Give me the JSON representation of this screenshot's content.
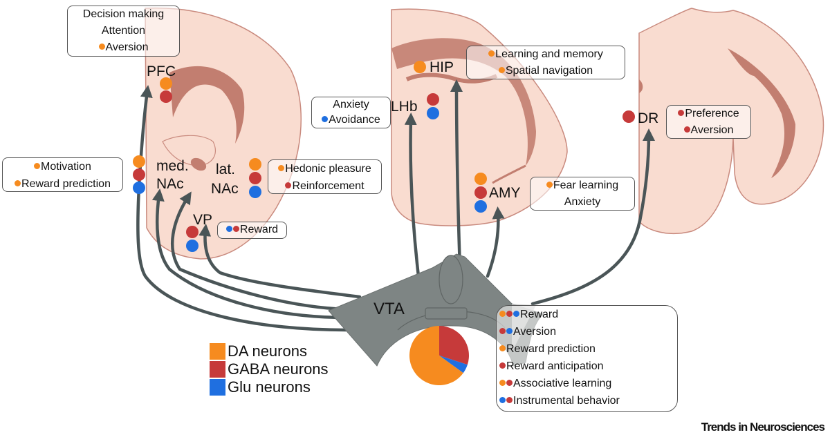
{
  "colors": {
    "da": "#F68B1F",
    "gaba": "#C63A3A",
    "glu": "#1F6FE0",
    "brain_fill": "#F9DCD0",
    "brain_stroke": "#C98A7E",
    "brain_dark": "#C27E70",
    "arrow": "#4A5557",
    "vta": "#7E8584"
  },
  "regions": {
    "pfc": "PFC",
    "med_nac_1": "med.",
    "med_nac_2": "NAc",
    "lat_nac_1": "lat.",
    "lat_nac_2": "NAc",
    "vp": "VP",
    "hip": "HIP",
    "lhb": "LHb",
    "amy": "AMY",
    "dr": "DR",
    "vta": "VTA"
  },
  "boxes": {
    "pfc": [
      {
        "dots": [],
        "text": "Decision making"
      },
      {
        "dots": [],
        "text": "Attention"
      },
      {
        "dots": [
          "da"
        ],
        "text": "Aversion"
      }
    ],
    "med_nac": [
      {
        "dots": [
          "da"
        ],
        "text": "Motivation"
      },
      {
        "dots": [
          "da"
        ],
        "text": "Reward prediction"
      }
    ],
    "lat_nac": [
      {
        "dots": [
          "da"
        ],
        "text": "Hedonic pleasure"
      },
      {
        "dots": [
          "gaba"
        ],
        "text": "Reinforcement"
      }
    ],
    "vp": [
      {
        "dots": [
          "glu",
          "gaba"
        ],
        "text": "Reward"
      }
    ],
    "lhb": [
      {
        "dots": [],
        "text": "Anxiety"
      },
      {
        "dots": [
          "glu"
        ],
        "text": "Avoidance"
      }
    ],
    "hip": [
      {
        "dots": [
          "da"
        ],
        "text": "Learning and memory"
      },
      {
        "dots": [
          "da"
        ],
        "text": "Spatial navigation"
      }
    ],
    "amy": [
      {
        "dots": [
          "da"
        ],
        "text": "Fear learning"
      },
      {
        "dots": [],
        "text": "Anxiety"
      }
    ],
    "dr": [
      {
        "dots": [
          "gaba"
        ],
        "text": "Preference"
      },
      {
        "dots": [
          "gaba"
        ],
        "text": "Aversion"
      }
    ],
    "vta": [
      {
        "dots": [
          "da",
          "gaba",
          "glu"
        ],
        "text": "Reward"
      },
      {
        "dots": [
          "gaba",
          "glu"
        ],
        "text": "Aversion"
      },
      {
        "dots": [
          "da"
        ],
        "text": "Reward prediction"
      },
      {
        "dots": [
          "gaba"
        ],
        "text": "Reward anticipation"
      },
      {
        "dots": [
          "da",
          "gaba"
        ],
        "text": "Associative learning"
      },
      {
        "dots": [
          "glu",
          "gaba"
        ],
        "text": "Instrumental behavior"
      }
    ]
  },
  "legend": [
    {
      "key": "da",
      "label": "DA neurons"
    },
    {
      "key": "gaba",
      "label": "GABA neurons"
    },
    {
      "key": "glu",
      "label": "Glu neurons"
    }
  ],
  "vta_composition": [
    {
      "key": "da",
      "label": "DA neurons",
      "share": 0.65
    },
    {
      "key": "gaba",
      "label": "GABA neurons",
      "share": 0.3
    },
    {
      "key": "glu",
      "label": "Glu neurons",
      "share": 0.05
    }
  ],
  "region_neurons": {
    "pfc": [
      "da",
      "gaba"
    ],
    "med_nac": [
      "da",
      "gaba",
      "glu"
    ],
    "lat_nac": [
      "da",
      "gaba",
      "glu"
    ],
    "vp": [
      "gaba",
      "glu"
    ],
    "hip": [
      "da"
    ],
    "lhb": [
      "gaba",
      "glu"
    ],
    "amy": [
      "da",
      "gaba",
      "glu"
    ],
    "dr": [
      "gaba"
    ]
  },
  "brand": "Trends in Neurosciences"
}
